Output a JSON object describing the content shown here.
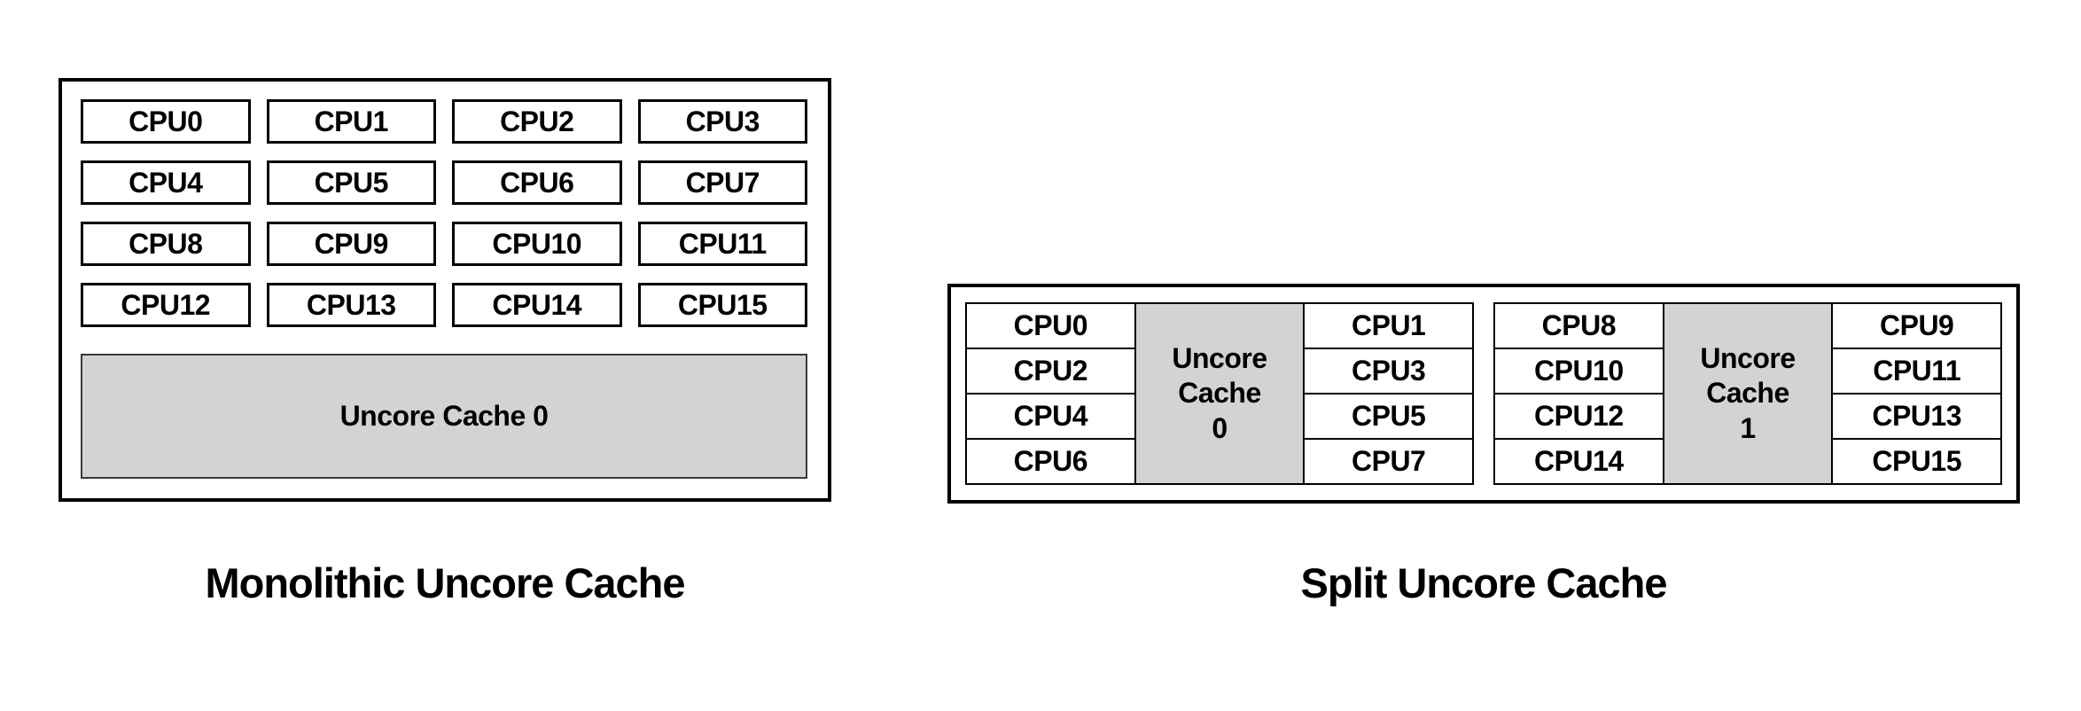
{
  "monolithic": {
    "caption": "Monolithic Uncore Cache",
    "cpu_rows": [
      [
        "CPU0",
        "CPU1",
        "CPU2",
        "CPU3"
      ],
      [
        "CPU4",
        "CPU5",
        "CPU6",
        "CPU7"
      ],
      [
        "CPU8",
        "CPU9",
        "CPU10",
        "CPU11"
      ],
      [
        "CPU12",
        "CPU13",
        "CPU14",
        "CPU15"
      ]
    ],
    "uncore_label": "Uncore Cache 0"
  },
  "split": {
    "caption": "Split Uncore Cache",
    "clusters": [
      {
        "left_cpus": [
          "CPU0",
          "CPU2",
          "CPU4",
          "CPU6"
        ],
        "uncore_label_lines": [
          "Uncore",
          "Cache",
          "0"
        ],
        "right_cpus": [
          "CPU1",
          "CPU3",
          "CPU5",
          "CPU7"
        ]
      },
      {
        "left_cpus": [
          "CPU8",
          "CPU10",
          "CPU12",
          "CPU14"
        ],
        "uncore_label_lines": [
          "Uncore",
          "Cache",
          "1"
        ],
        "right_cpus": [
          "CPU9",
          "CPU11",
          "CPU13",
          "CPU15"
        ]
      }
    ]
  },
  "colors": {
    "background": "#ffffff",
    "border": "#000000",
    "uncore_fill": "#d3d3d3",
    "text": "#000000"
  }
}
